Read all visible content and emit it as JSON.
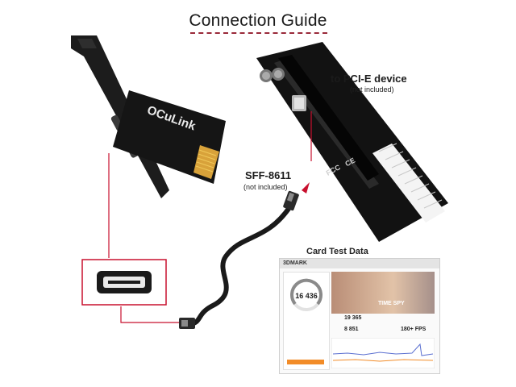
{
  "title": "Connection Guide",
  "labels": {
    "pcie_device": "to PCI-E device",
    "pcie_note": "(not included)",
    "sff": "SFF-8611",
    "sff_note": "(not included)",
    "card_test": "Card Test Data"
  },
  "card_silk": {
    "brand": "OCuLink",
    "fcc": "FCC",
    "ce": "CE"
  },
  "benchmark": {
    "brand": "3DMARK",
    "test_name": "TIME SPY",
    "score": "16 436",
    "score_a": "19 365",
    "score_b": "8 851",
    "fps": "180+ FPS"
  },
  "colors": {
    "accent_red": "#c8102e",
    "title_underline": "#9a2a3a"
  }
}
